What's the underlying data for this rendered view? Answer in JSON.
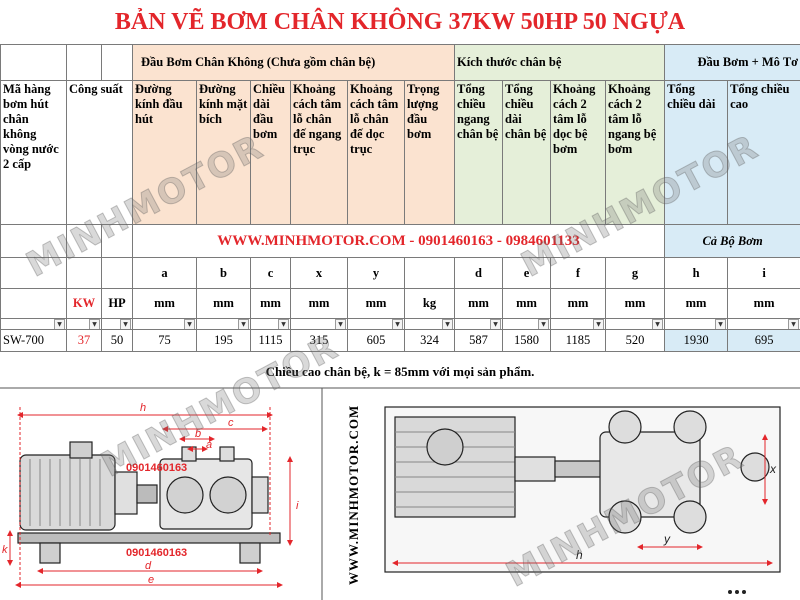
{
  "title": "BẢN VẼ BƠM CHÂN KHÔNG 37KW 50HP 50 NGỰA",
  "groups": {
    "pump_head": "Đầu Bơm Chân Không (Chưa gồm chân bệ)",
    "base_size": "Kích thước chân bệ",
    "pump_motor": "Đầu Bơm + Mô Tơ"
  },
  "headers": {
    "model": "Mã hàng bơm hút chân không vòng nước 2 cấp",
    "power": "Công suất",
    "a": "Đường kính đầu hút",
    "b": "Đường kính mặt bích",
    "c": "Chiều dài đầu bơm",
    "x": "Khoảng cách tâm lỗ chân đế ngang trục",
    "y": "Khoảng cách tâm lỗ chân đế dọc trục",
    "weight": "Trọng lượng đầu bơm",
    "d": "Tổng chiều ngang chân bệ",
    "e": "Tổng chiều dài chân bệ",
    "f": "Khoảng cách 2 tâm lỗ dọc bệ bơm",
    "g": "Khoảng cách 2 tâm lỗ ngang bệ bơm",
    "h": "Tổng chiều dài",
    "i": "Tổng chiều cao"
  },
  "website_line": "WWW.MINHMOTOR.COM - 0901460163 - 0984601133",
  "full_set": "Cả Bộ Bơm",
  "letters": [
    "a",
    "b",
    "c",
    "x",
    "y",
    "",
    "d",
    "e",
    "f",
    "g",
    "h",
    "i"
  ],
  "units": {
    "kw": "KW",
    "hp": "HP",
    "cols": [
      "mm",
      "mm",
      "mm",
      "mm",
      "mm",
      "kg",
      "mm",
      "mm",
      "mm",
      "mm",
      "mm",
      "mm"
    ]
  },
  "row": {
    "model": "SW-700",
    "kw": "37",
    "hp": "50",
    "values": [
      "75",
      "195",
      "1115",
      "315",
      "605",
      "324",
      "587",
      "1580",
      "1185",
      "520",
      "1930",
      "695"
    ]
  },
  "note": "Chiều cao chân bệ, k = 85mm với mọi sản phẩm.",
  "drawing_left": {
    "phone_top": "0901460163",
    "phone_bottom": "0901460163",
    "dims": [
      "h",
      "c",
      "b",
      "a",
      "i",
      "k",
      "d",
      "e"
    ]
  },
  "drawing_right": {
    "vertical_site": "WWW.MINHMOTOR.COM",
    "dims": [
      "x",
      "y",
      "h"
    ]
  },
  "watermark": "MINHMOTOR"
}
